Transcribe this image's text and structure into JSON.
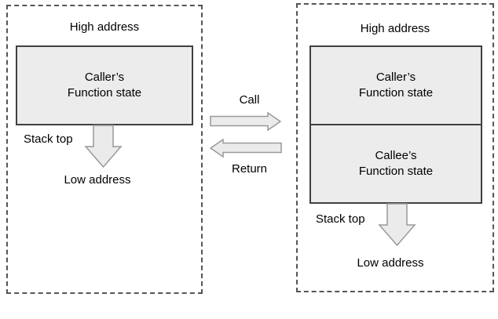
{
  "diagram": {
    "left_panel": {
      "high_address_label": "High address",
      "caller_box": {
        "line1": "Caller’s",
        "line2": "Function state"
      },
      "stack_top_label": "Stack top",
      "low_address_label": "Low address"
    },
    "middle": {
      "call_label": "Call",
      "return_label": "Return"
    },
    "right_panel": {
      "high_address_label": "High address",
      "caller_box": {
        "line1": "Caller’s",
        "line2": "Function state"
      },
      "callee_box": {
        "line1": "Callee’s",
        "line2": "Function state"
      },
      "stack_top_label": "Stack top",
      "low_address_label": "Low address"
    },
    "colors": {
      "box_fill": "#ececec",
      "box_border": "#404040",
      "arrow_fill": "#ebebeb",
      "arrow_stroke": "#999999",
      "dashed_border": "#555555",
      "text": "#000000"
    }
  }
}
